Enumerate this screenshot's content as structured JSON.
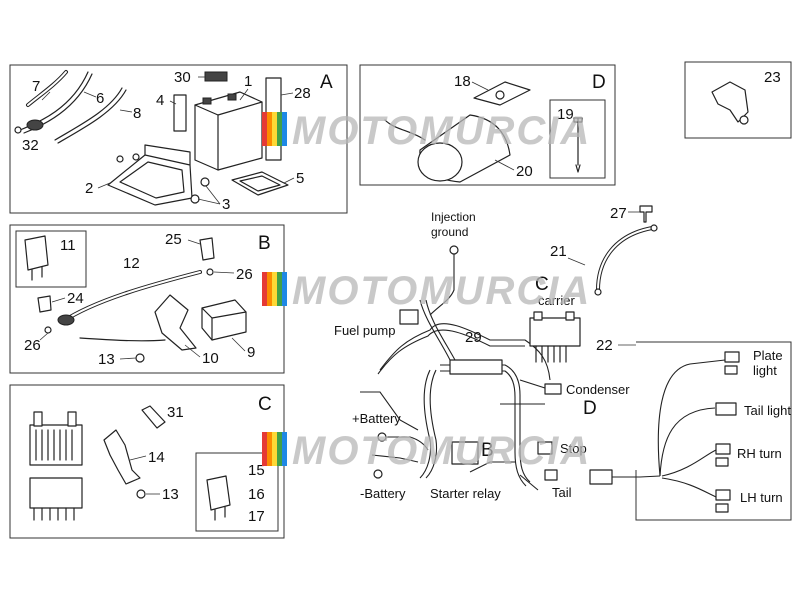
{
  "panels": {
    "A": {
      "letter": "A",
      "numbers": [
        "7",
        "6",
        "8",
        "32",
        "4",
        "30",
        "1",
        "28",
        "2",
        "3",
        "5"
      ]
    },
    "B": {
      "letter": "B",
      "numbers": [
        "11",
        "25",
        "12",
        "26",
        "24",
        "26",
        "13",
        "10",
        "9"
      ]
    },
    "C": {
      "letter": "C",
      "numbers": [
        "31",
        "14",
        "13",
        "15",
        "16",
        "17"
      ]
    },
    "D": {
      "letter": "D",
      "numbers": [
        "18",
        "19",
        "20"
      ]
    },
    "p23": {
      "numbers": [
        "23"
      ]
    }
  },
  "harness": {
    "numbers": [
      "27",
      "21",
      "29",
      "22"
    ],
    "labels": {
      "injection_ground": "Injection ground",
      "fuel_pump": "Fuel pump",
      "carrier": "carrier",
      "condenser": "Condenser",
      "plus_battery": "+Battery",
      "minus_battery": "-Battery",
      "starter_relay": "Starter relay",
      "stop": "Stop",
      "tail": "Tail",
      "plate_light": "Plate light",
      "tail_light": "Tail light",
      "rh_turn": "RH turn",
      "lh_turn": "LH turn"
    },
    "overlay_letters": {
      "c": "C",
      "d": "D",
      "b": "B"
    }
  },
  "watermark": {
    "text": "MOTOMURCIA",
    "stripe_colors": [
      "#e53935",
      "#fb8c00",
      "#fdd835",
      "#43a047",
      "#1e88e5"
    ]
  }
}
